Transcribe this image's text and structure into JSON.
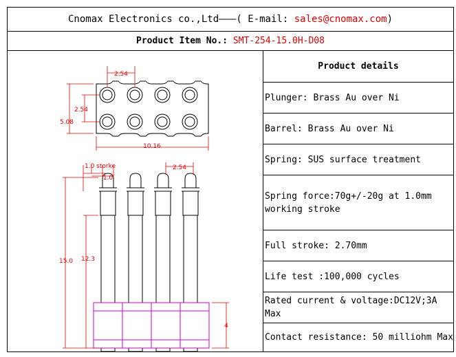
{
  "header": {
    "company": "Cnomax Electronics co.,Ltd———( E-mail: ",
    "email": "sales@cnomax.com",
    "company_end": ")"
  },
  "product_item": {
    "label": "Product Item No.: ",
    "model": "SMT-254-15.0H-D08"
  },
  "drawing": {
    "dim_top_pitch": "2.54",
    "dim_row_pitch": "2.54",
    "dim_height": "5.08",
    "dim_width": "10.16",
    "dim_stroke_label": "1.0 storke",
    "dim_stroke_value": "1.0",
    "dim_side_pitch": "2.54",
    "dim_total_height": "15.0",
    "dim_body_height": "12.3",
    "dim_base_height": "4"
  },
  "details": {
    "title": "Product details",
    "items": [
      "Plunger: Brass Au over Ni",
      "Barrel: Brass Au over Ni",
      "Spring: SUS surface treatment",
      "Spring force:70g+/-20g at 1.0mm working stroke",
      "Full stroke: 2.70mm",
      "Life test :100,000 cycles",
      "Rated current & voltage:DC12V;3A Max",
      "Contact resistance: 50 milliohm Max"
    ]
  },
  "colors": {
    "drawing_line": "#000000",
    "dimension": "#e00000",
    "base_outline": "#cc00cc"
  }
}
